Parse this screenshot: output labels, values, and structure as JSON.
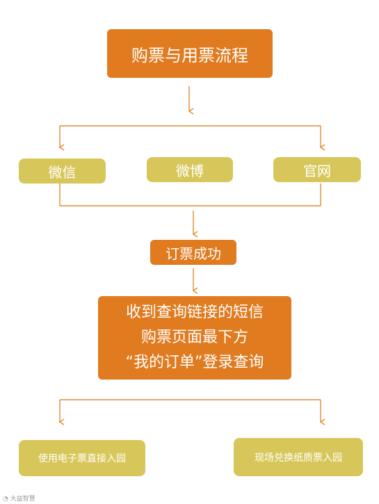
{
  "title": "购票与用票流程",
  "channels": [
    "微信",
    "微博",
    "官网"
  ],
  "success": "订票成功",
  "query": {
    "lines": [
      "收到查询链接的短信",
      "购票页面最下方",
      "“我的订单”登录查询"
    ]
  },
  "usage": [
    "使用电子票直接入园",
    "现场兑换纸质票入园"
  ],
  "watermark": "大益智慧",
  "colors": {
    "orange": "#e07b1f",
    "yellow": "#d7c75a",
    "line": "#e08a2e"
  }
}
